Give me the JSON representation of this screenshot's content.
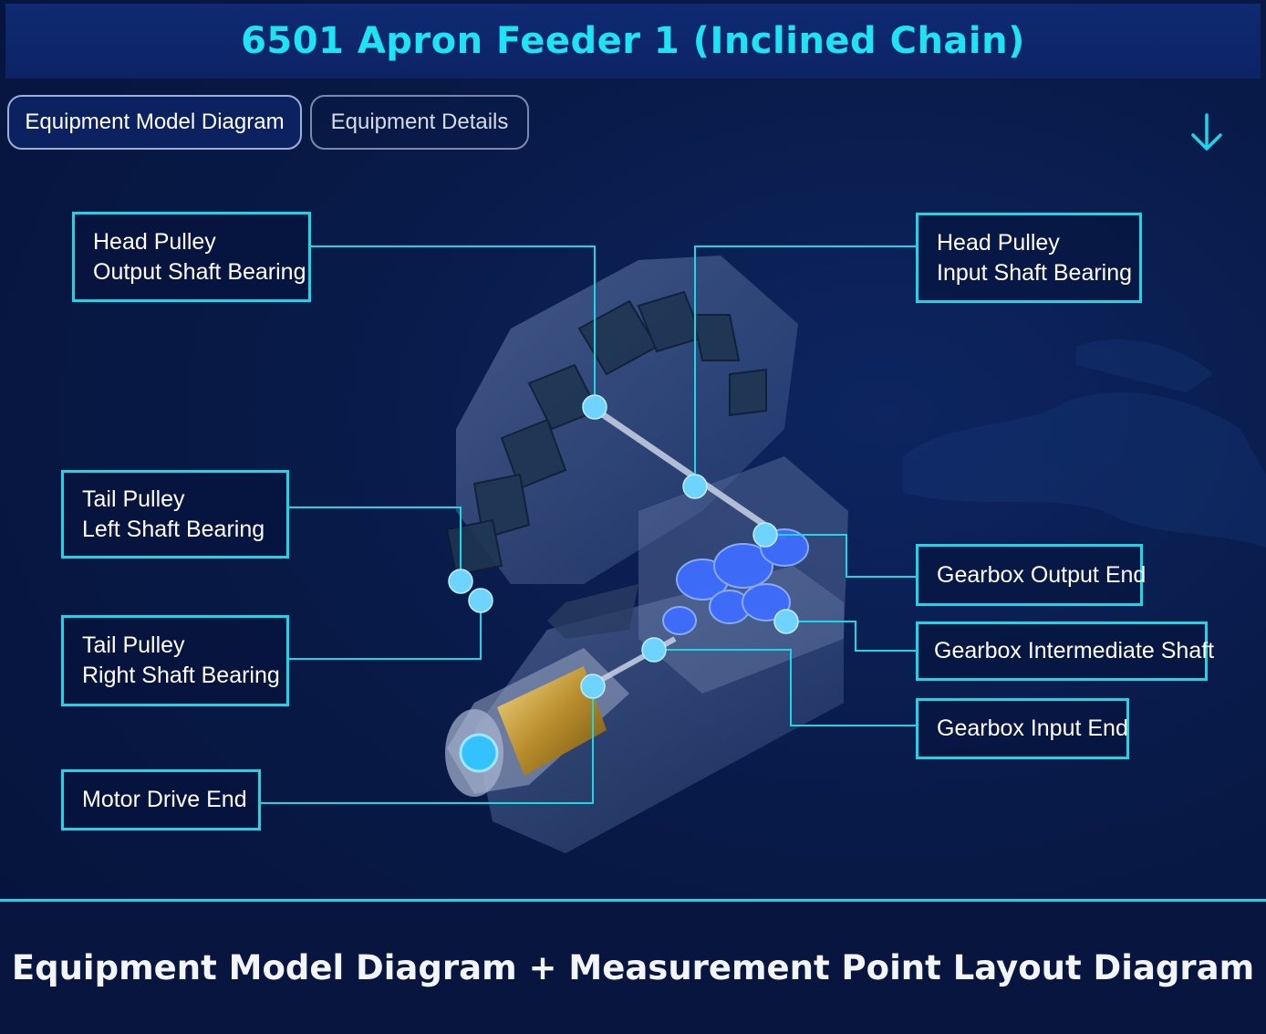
{
  "header": {
    "title": "6501 Apron Feeder 1 (Inclined Chain)"
  },
  "tabs": [
    {
      "label": "Equipment Model Diagram",
      "active": true
    },
    {
      "label": "Equipment Details",
      "active": false
    }
  ],
  "labels": {
    "head_output": {
      "line1": "Head Pulley",
      "line2": "Output Shaft Bearing"
    },
    "head_input": {
      "line1": "Head Pulley",
      "line2": "Input Shaft Bearing"
    },
    "tail_left": {
      "line1": "Tail  Pulley",
      "line2": "Left Shaft Bearing"
    },
    "tail_right": {
      "line1": "Tail  Pulley",
      "line2": "Right Shaft Bearing"
    },
    "motor_drive": "Motor Drive End",
    "gearbox_output": "Gearbox Output End",
    "gearbox_intermediate": "Gearbox Intermediate Shaft",
    "gearbox_input": "Gearbox Input End"
  },
  "footer": {
    "caption": "Equipment Model Diagram + Measurement Point Layout Diagram"
  },
  "colors": {
    "accent": "#1ad6e6",
    "title": "#1ee3f5",
    "background": "#081a48",
    "marker": "#6fd3ff",
    "gear": "#3f6cff"
  },
  "icons": {
    "download": "arrow-down-icon"
  }
}
